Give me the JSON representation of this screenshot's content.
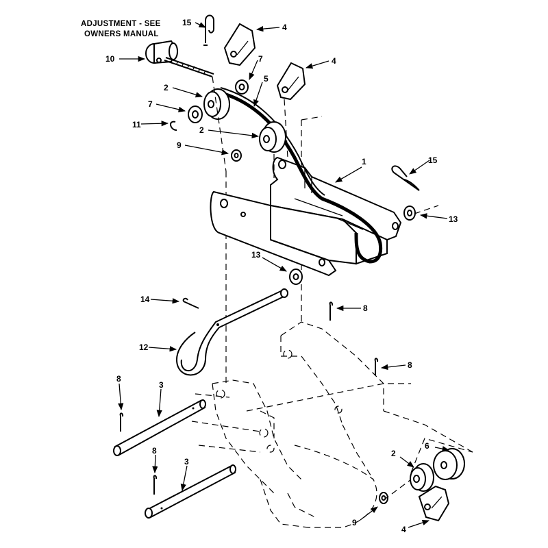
{
  "note": {
    "line1": "ADJUSTMENT - SEE",
    "line2": "OWNERS MANUAL"
  },
  "callouts": {
    "c15a": "15",
    "c4a": "4",
    "c10": "10",
    "c7a": "7",
    "c4b": "4",
    "c2a": "2",
    "c5": "5",
    "c7b": "7",
    "c11": "11",
    "c2b": "2",
    "c9a": "9",
    "c1": "1",
    "c15b": "15",
    "c13a": "13",
    "c13b": "13",
    "c14": "14",
    "c8a": "8",
    "c12": "12",
    "c8b": "8",
    "c8c": "8",
    "c3a": "3",
    "c8d": "8",
    "c3b": "3",
    "c6": "6",
    "c2c": "2",
    "c9b": "9",
    "c4c": "4"
  }
}
